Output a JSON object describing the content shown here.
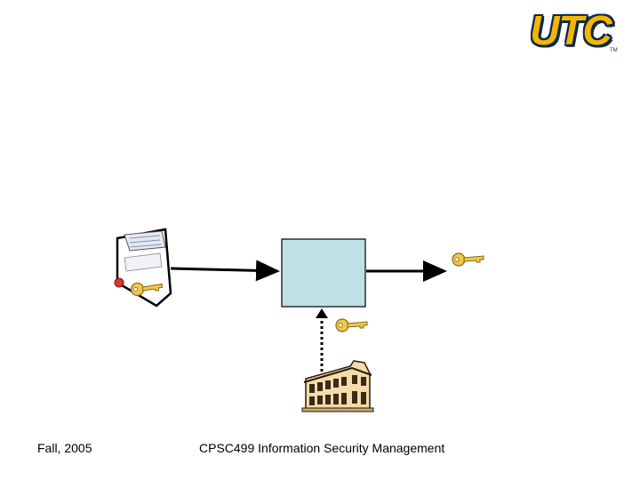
{
  "logo": {
    "text": "UTC",
    "tm": "TM"
  },
  "footer": {
    "left": "Fall, 2005",
    "center": "CPSC499 Information Security Management"
  },
  "icons": [
    "document-icon",
    "key-icon",
    "building-icon"
  ],
  "colors": {
    "box_fill": "#bfe0e4",
    "key_gold": "#f0c84a",
    "logo_gold": "#f2b800",
    "logo_navy": "#10284e"
  }
}
